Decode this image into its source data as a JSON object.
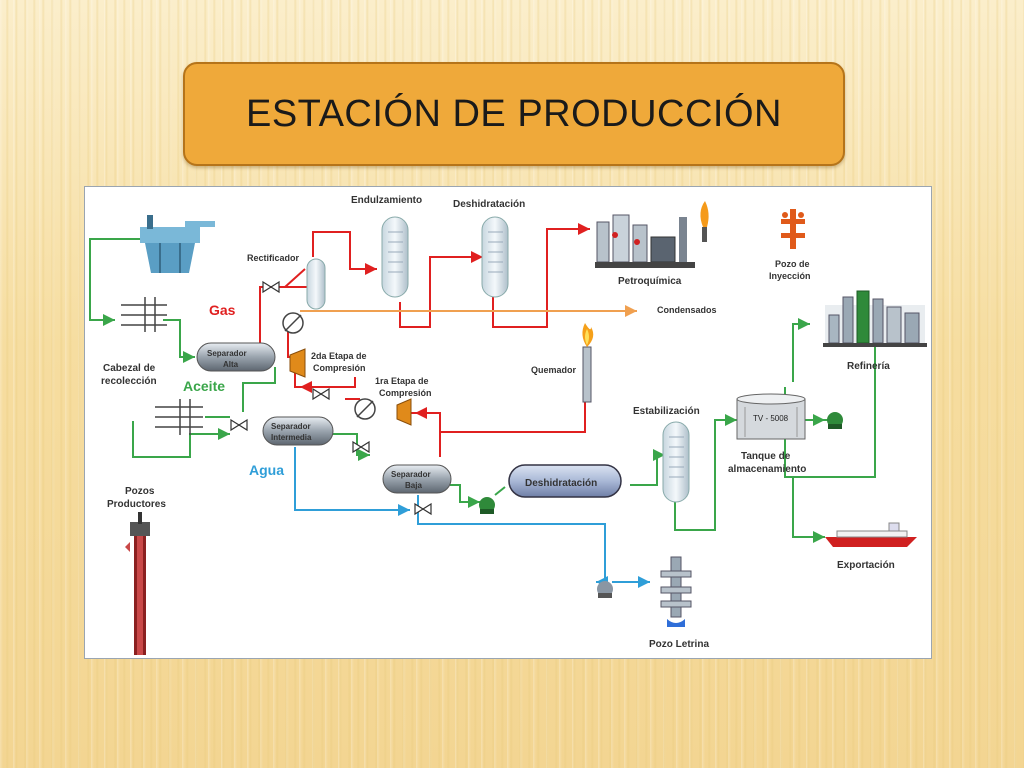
{
  "slide": {
    "title": "ESTACIÓN DE PRODUCCIÓN"
  },
  "diagram": {
    "labels": {
      "endulzamiento": "Endulzamiento",
      "deshidratacion_gas": "Deshidratación",
      "rectificador": "Rectificador",
      "petroquimica": "Petroquímica",
      "pozo_inyeccion_1": "Pozo de",
      "pozo_inyeccion_2": "Inyección",
      "gas": "Gas",
      "condensados": "Condensados",
      "separador_alta_1": "Separador",
      "separador_alta_2": "Alta",
      "segunda_etapa_1": "2da Etapa de",
      "segunda_etapa_2": "Compresión",
      "refineria": "Refinería",
      "cabezal_1": "Cabezal de",
      "cabezal_2": "recolección",
      "aceite": "Aceite",
      "quemador": "Quemador",
      "primera_etapa_1": "1ra Etapa de",
      "primera_etapa_2": "Compresión",
      "estabilizacion": "Estabilización",
      "tanque_tag": "TV - 5008",
      "separador_int_1": "Separador",
      "separador_int_2": "Intermedia",
      "tanque_1": "Tanque de",
      "tanque_2": "almacenamiento",
      "agua": "Agua",
      "separador_baja_1": "Separador",
      "separador_baja_2": "Baja",
      "deshidratacion_crudo": "Deshidratación",
      "pozos_1": "Pozos",
      "pozos_2": "Productores",
      "exportacion": "Exportación",
      "pozo_letrina": "Pozo Letrina"
    },
    "colors": {
      "gas_line": "#e02020",
      "oil_line": "#3aa64a",
      "water_line": "#2f9ed8",
      "condensate_line": "#f0a050",
      "gas_text": "#e02020",
      "oil_text": "#3aa64a",
      "water_text": "#2f9ed8"
    }
  }
}
